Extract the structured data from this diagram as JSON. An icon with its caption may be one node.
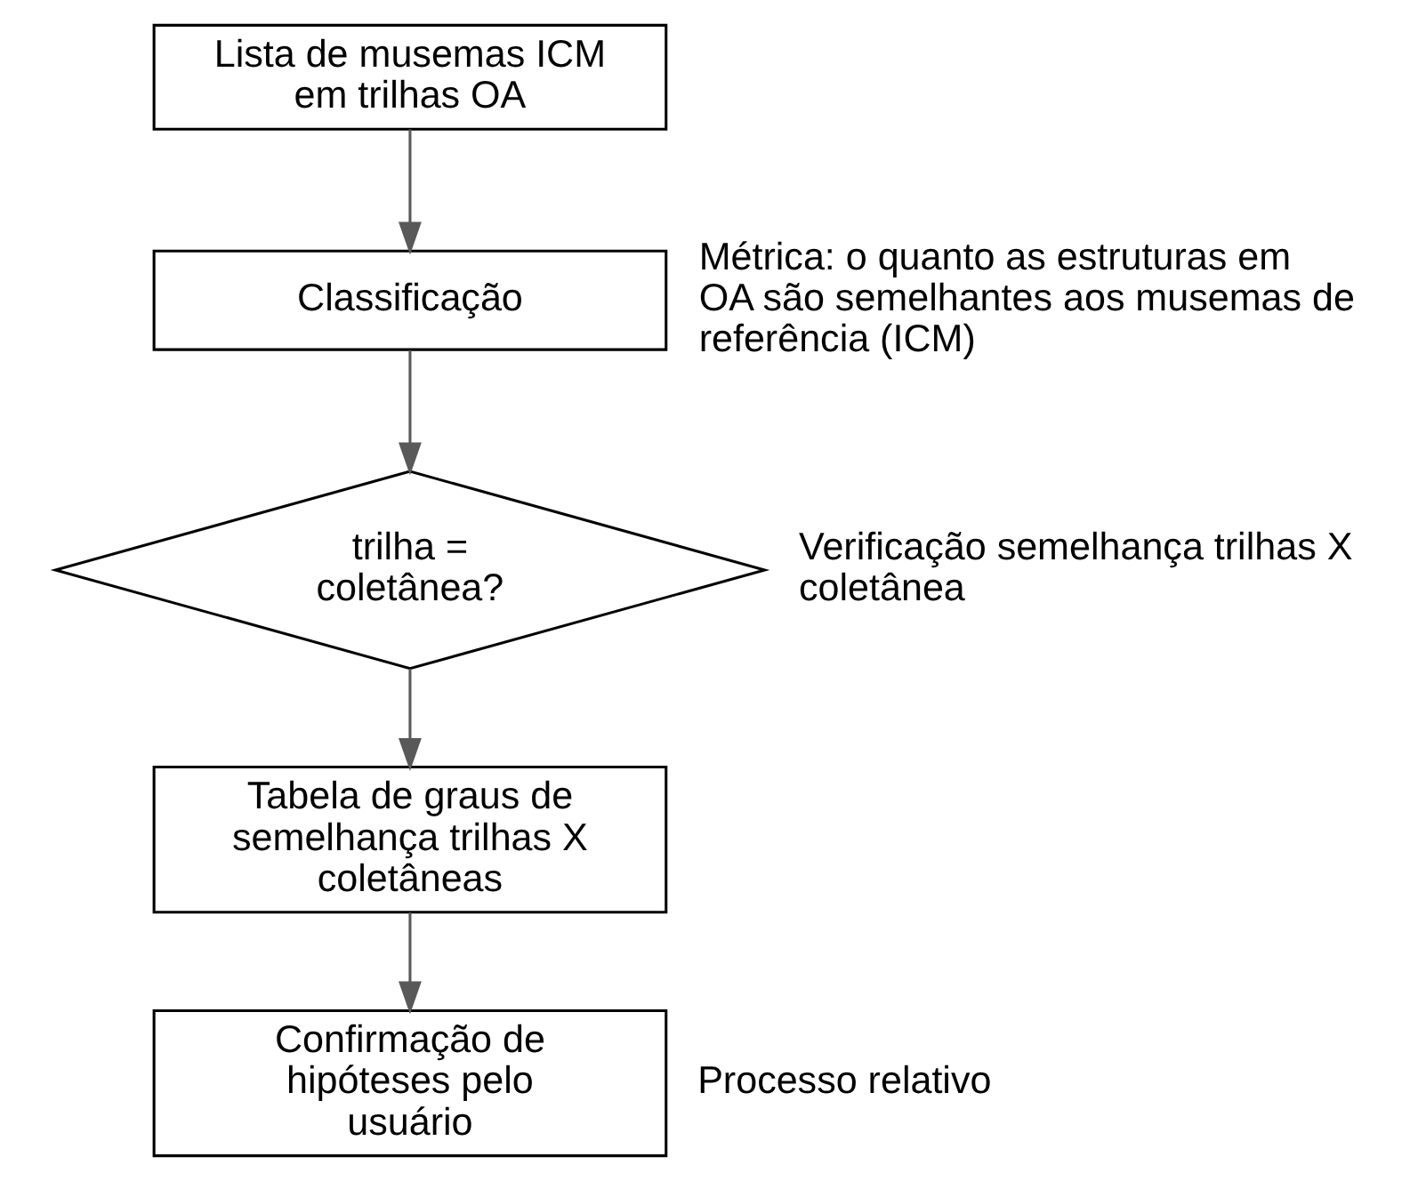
{
  "diagram": {
    "nodes": [
      {
        "text": [
          "Lista de musemas ICM em trilhas OA"
        ]
      },
      {
        "text": [
          "Classificação"
        ],
        "beside": [
          "Métrica: o quanto as estruturas em OA são semelhantes aos musemas de referência (ICM)"
        ]
      },
      {
        "text": [
          "trilha = coletânea?"
        ],
        "beside": [
          "Verificação semelhança trilhas X coletânea"
        ]
      },
      {
        "text": [
          "Tabela de graus de semelhança trilhas X coletâneas"
        ]
      },
      {
        "text": [
          "Confirmação de hipóteses pelo usuário"
        ],
        "beside": [
          "Processo relativo"
        ]
      }
    ],
    "edges": [
      {
        "from": 0,
        "to": 1,
        "arrow": "to"
      },
      {
        "from": 1,
        "to": 2,
        "arrow": "to"
      },
      {
        "from": 2,
        "to": 3,
        "arrow": "to"
      },
      {
        "from": 3,
        "to": 4,
        "arrow": "to"
      }
    ]
  }
}
